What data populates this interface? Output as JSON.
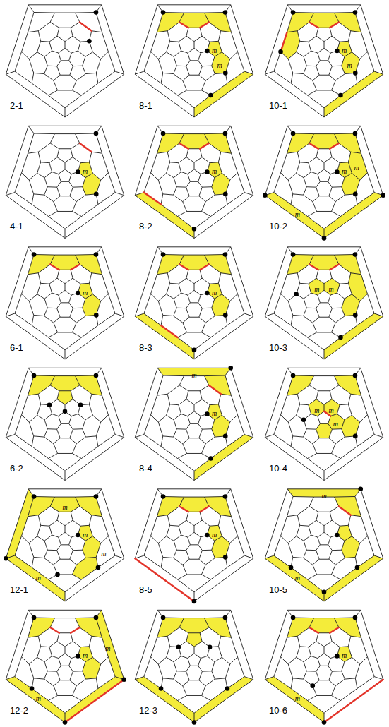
{
  "diagram": {
    "labels": [
      "2-1",
      "8-1",
      "m",
      "m",
      "10-1",
      "m",
      "m",
      "4-1",
      "m",
      "8-2",
      "m",
      "10-2",
      "m",
      "m",
      "m",
      "6-1",
      "m",
      "8-3",
      "m",
      "10-3",
      "m",
      "m",
      "6-2",
      "8-4",
      "m",
      "m",
      "10-4",
      "m",
      "m",
      "m",
      "12-1",
      "m",
      "m",
      "m",
      "m",
      "8-5",
      "m",
      "10-5",
      "m",
      "m",
      "12-2",
      "m",
      "m",
      "m",
      "12-3",
      "10-6",
      "m",
      "m"
    ]
  }
}
